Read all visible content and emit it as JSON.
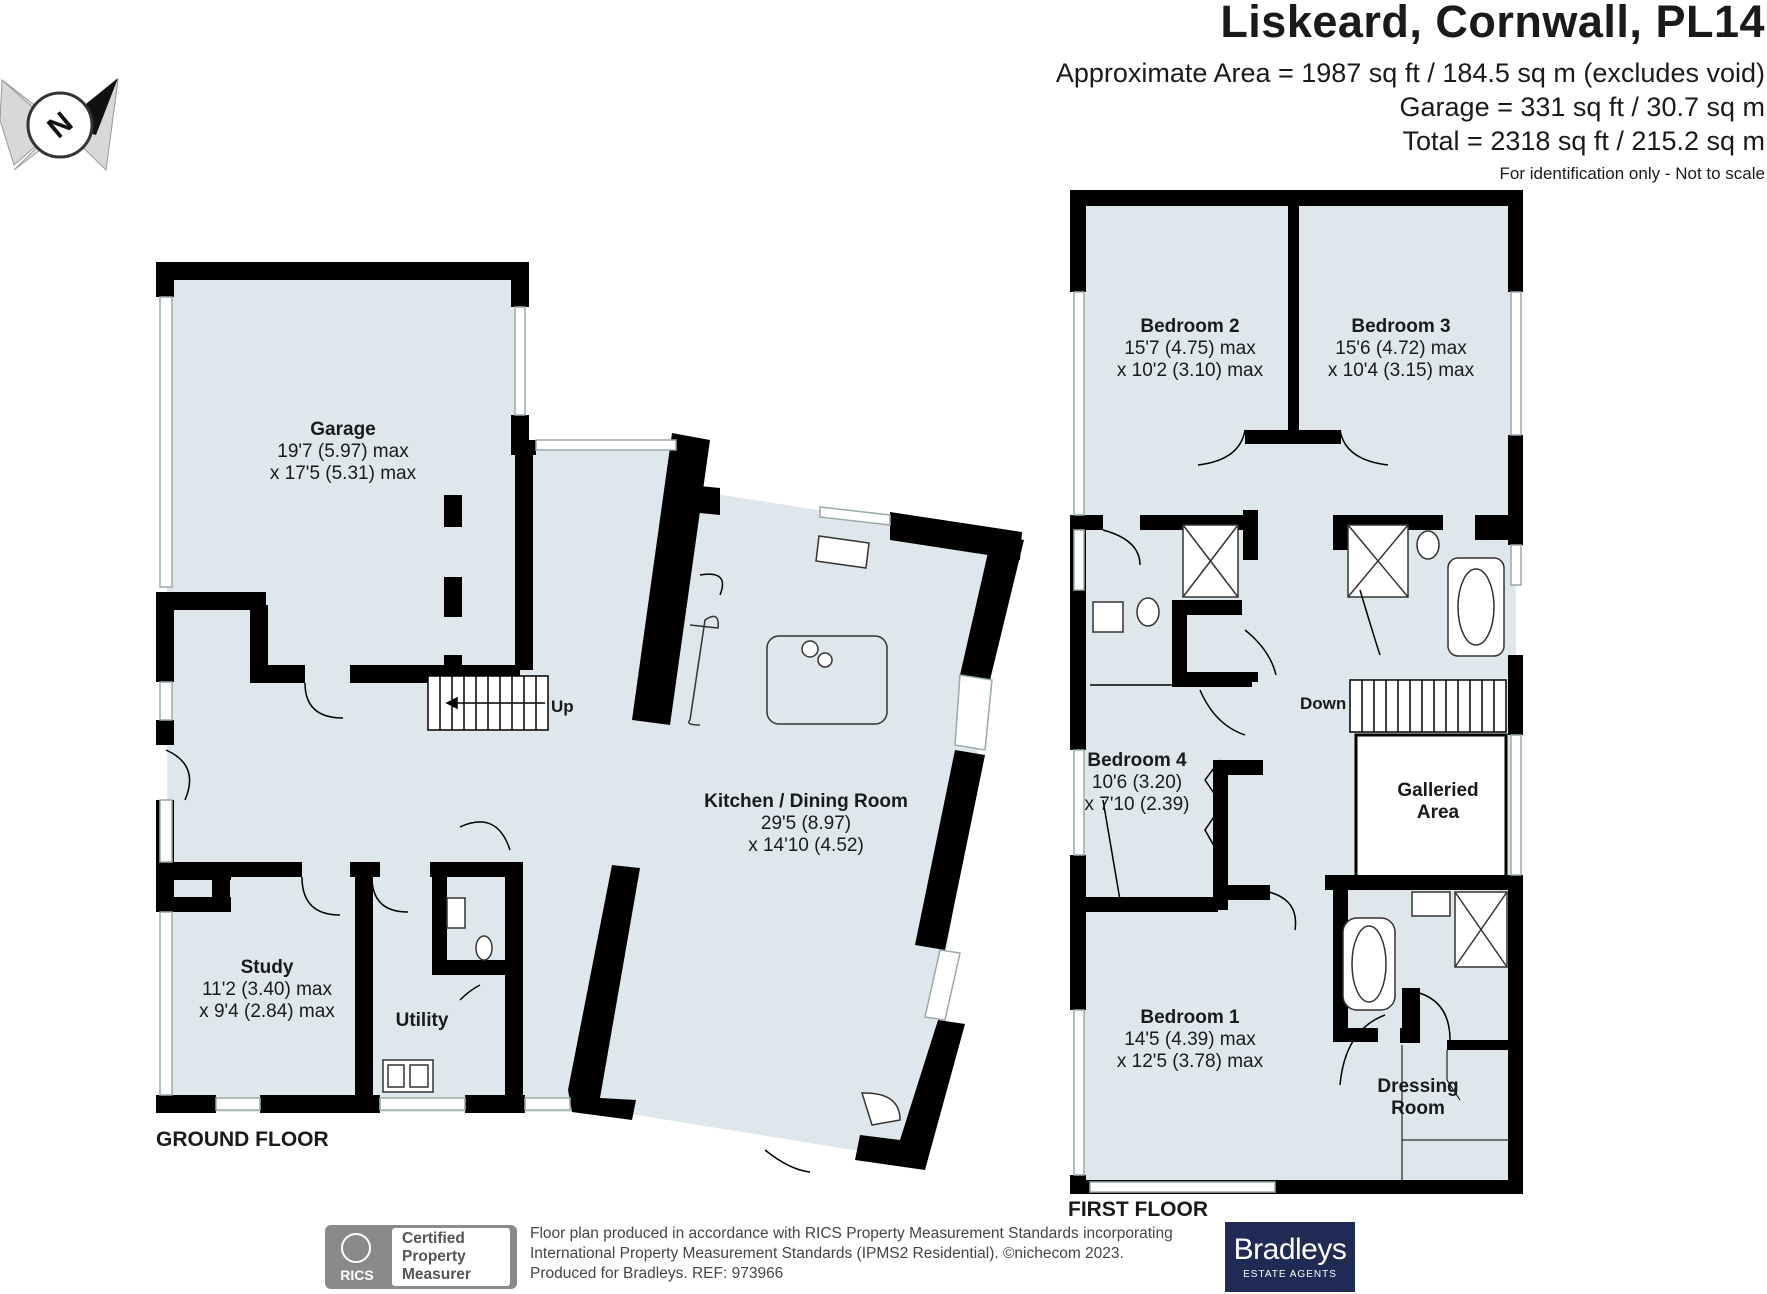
{
  "header": {
    "title": "Liskeard, Cornwall, PL14",
    "area": "Approximate Area = 1987 sq ft / 184.5 sq m (excludes void)",
    "garage": "Garage = 331 sq ft / 30.7 sq m",
    "total": "Total = 2318 sq ft / 215.2 sq m",
    "note": "For identification only - Not to scale"
  },
  "compass": {
    "label": "N",
    "icon": "north-arrow-icon"
  },
  "ground_floor": {
    "label": "GROUND FLOOR",
    "stairs": "Up",
    "rooms": {
      "garage": {
        "name": "Garage",
        "dim1": "19'7 (5.97) max",
        "dim2": "x 17'5 (5.31) max"
      },
      "kitchen": {
        "name": "Kitchen / Dining Room",
        "dim1": "29'5 (8.97)",
        "dim2": "x 14'10 (4.52)"
      },
      "study": {
        "name": "Study",
        "dim1": "11'2 (3.40) max",
        "dim2": "x 9'4 (2.84) max"
      },
      "utility": {
        "name": "Utility"
      }
    }
  },
  "first_floor": {
    "label": "FIRST FLOOR",
    "stairs": "Down",
    "rooms": {
      "bedroom2": {
        "name": "Bedroom 2",
        "dim1": "15'7 (4.75) max",
        "dim2": "x 10'2 (3.10) max"
      },
      "bedroom3": {
        "name": "Bedroom 3",
        "dim1": "15'6 (4.72) max",
        "dim2": "x 10'4 (3.15) max"
      },
      "bedroom4": {
        "name": "Bedroom 4",
        "dim1": "10'6 (3.20)",
        "dim2": "x 7'10 (2.39)"
      },
      "bedroom1": {
        "name": "Bedroom 1",
        "dim1": "14'5 (4.39) max",
        "dim2": "x 12'5 (3.78) max"
      },
      "galleried": {
        "name1": "Galleried",
        "name2": "Area"
      },
      "dressing": {
        "name1": "Dressing",
        "name2": "Room"
      }
    }
  },
  "footer": {
    "line1": "Floor plan produced in accordance with RICS Property Measurement Standards incorporating",
    "line2": "International Property Measurement Standards (IPMS2 Residential).  ©nichecom 2023.",
    "line3": "Produced for Bradleys.   REF: 973966",
    "rics_label": "RICS",
    "rics_line1": "Certified",
    "rics_line2": "Property",
    "rics_line3": "Measurer",
    "brand_name": "Bradleys",
    "brand_sub": "ESTATE AGENTS"
  },
  "colors": {
    "room_fill": "#dde7ec",
    "wall": "#000000",
    "brand": "#1f2a55",
    "badge": "#8a8a8a"
  }
}
